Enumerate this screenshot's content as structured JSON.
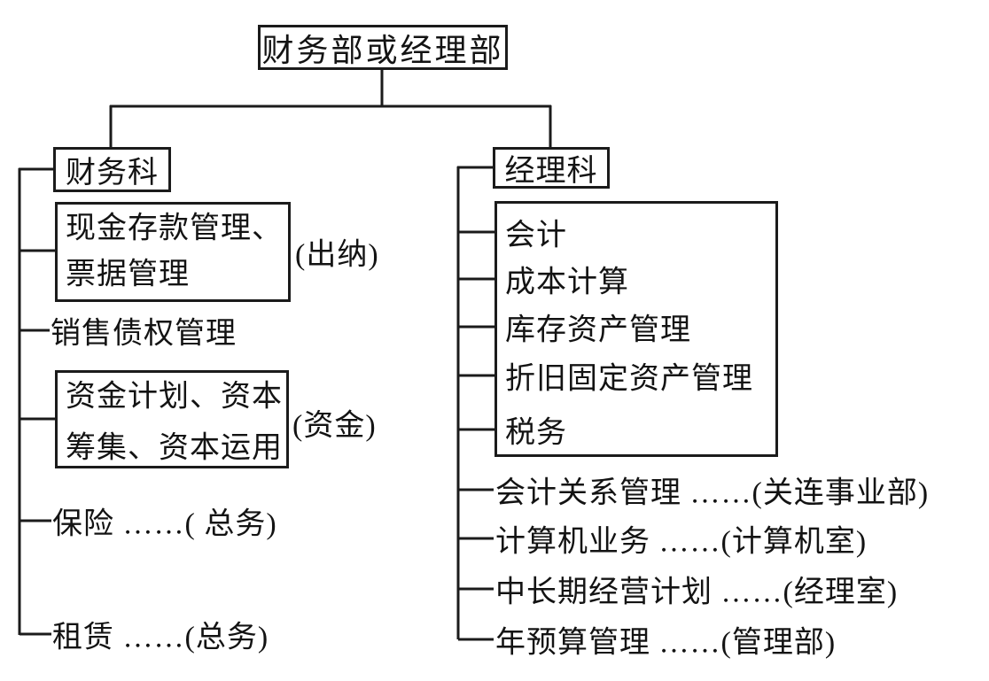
{
  "diagram": {
    "root": {
      "label": "财务部或经理部"
    },
    "left_branch": {
      "header": "财务科",
      "cash_box": {
        "line1": "现金存款管理、",
        "line2": "票据管理",
        "note": "(出纳)"
      },
      "sales": {
        "label": "销售债权管理"
      },
      "funds_box": {
        "line1": "资金计划、资本",
        "line2": "筹集、资本运用",
        "note": "(资金)"
      },
      "insurance": {
        "label": "保险 ……( 总务)"
      },
      "lease": {
        "label": "租赁 ……(总务)"
      }
    },
    "right_branch": {
      "header": "经理科",
      "duties_box": {
        "items": [
          "会计",
          "成本计算",
          "库存资产管理",
          "折旧固定资产管理",
          "税务"
        ]
      },
      "external": [
        {
          "label": "会计关系管理 ……(关连事业部)"
        },
        {
          "label": "计算机业务 ……(计算机室)"
        },
        {
          "label": "中长期经营计划 ……(经理室)"
        },
        {
          "label": "年预算管理 ……(管理部)"
        }
      ]
    },
    "colors": {
      "line": "#1b1b1b",
      "text": "#131313",
      "background": "#ffffff"
    }
  }
}
